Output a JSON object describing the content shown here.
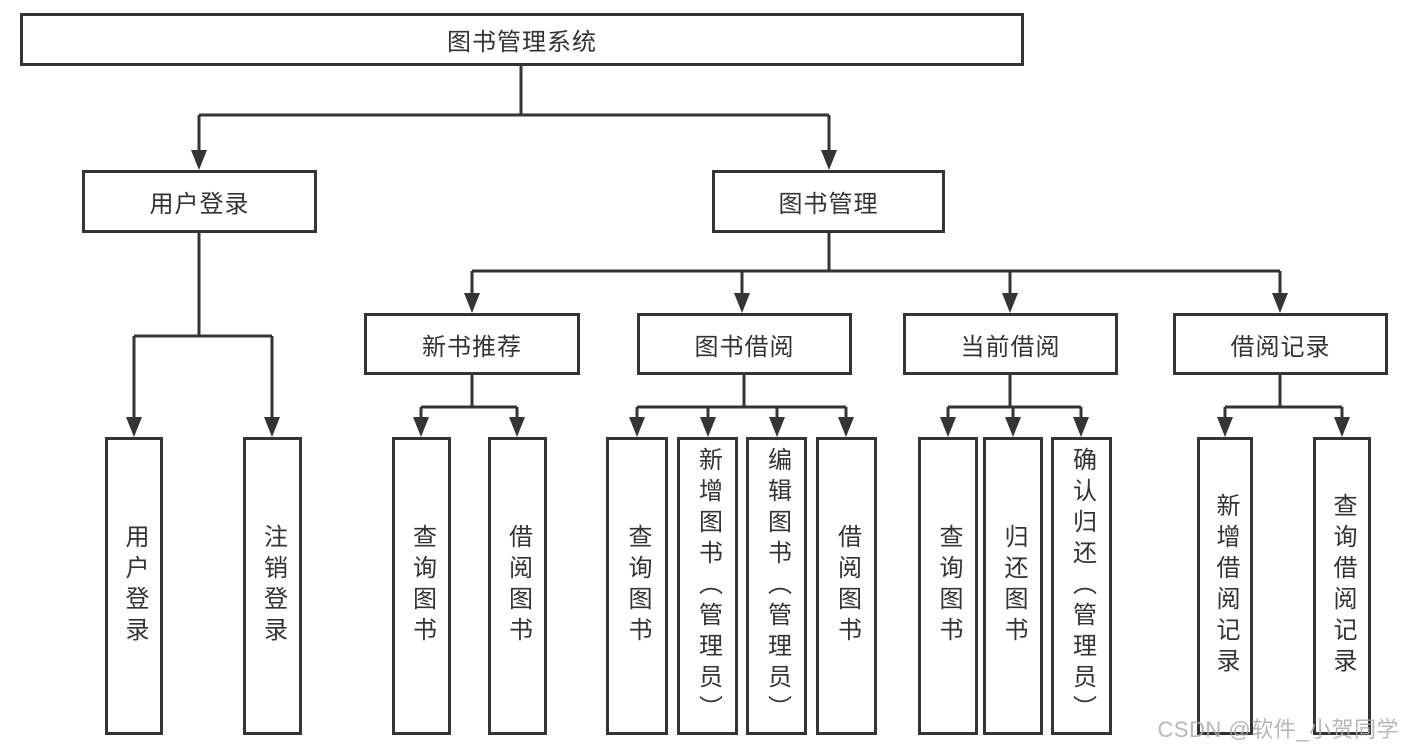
{
  "diagram": {
    "root": {
      "label": "图书管理系统"
    },
    "level2": [
      {
        "label": "用户登录"
      },
      {
        "label": "图书管理"
      }
    ],
    "level3": [
      {
        "label": "新书推荐"
      },
      {
        "label": "图书借阅"
      },
      {
        "label": "当前借阅"
      },
      {
        "label": "借阅记录"
      }
    ],
    "leaves": [
      {
        "label": "用户登录"
      },
      {
        "label": "注销登录"
      },
      {
        "label": "查询图书"
      },
      {
        "label": "借阅图书"
      },
      {
        "label": "查询图书"
      },
      {
        "label": "新增图书（管理员）"
      },
      {
        "label": "编辑图书（管理员）"
      },
      {
        "label": "借阅图书"
      },
      {
        "label": "查询图书"
      },
      {
        "label": "归还图书"
      },
      {
        "label": "确认归还（管理员）"
      },
      {
        "label": "新增借阅记录"
      },
      {
        "label": "查询借阅记录"
      }
    ]
  },
  "colors": {
    "line": "#343434",
    "text": "#333333",
    "box_background": "#ffffff",
    "watermark": "#aaaaaa"
  },
  "watermark": "CSDN @软件_小贺同学"
}
